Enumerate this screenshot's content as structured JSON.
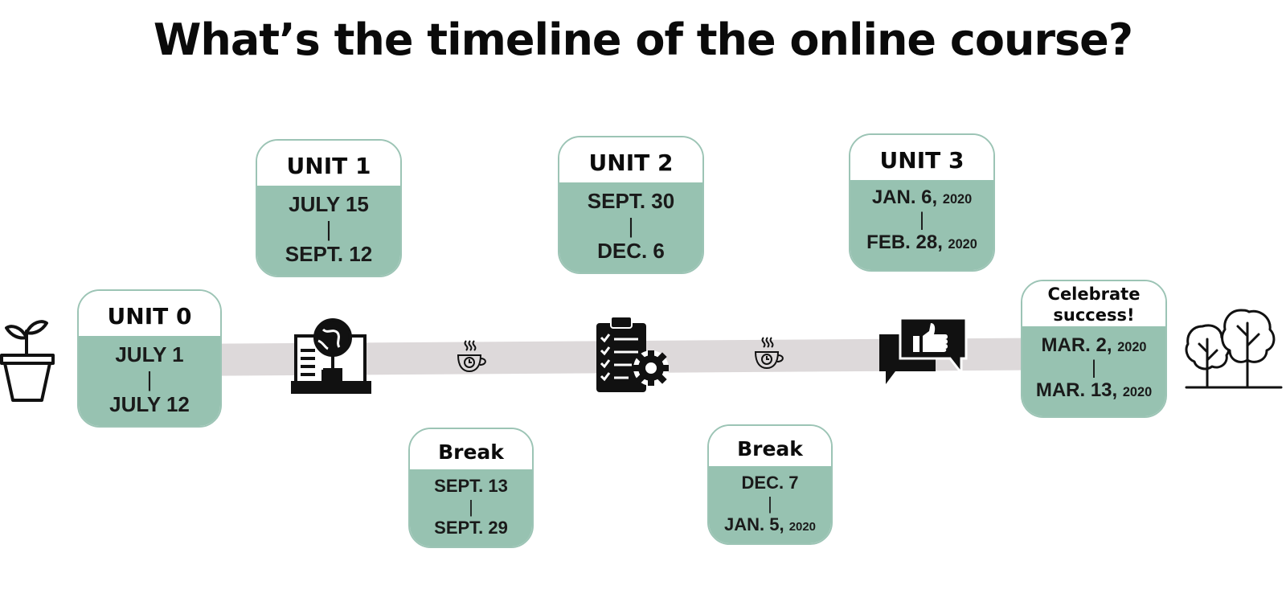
{
  "title": "What’s the timeline of the online course?",
  "colors": {
    "card_fill": "#97c2b1",
    "card_border": "#9cc4b5",
    "track": "#ddd9da",
    "ink": "#111111"
  },
  "cards": {
    "unit0": {
      "title": "UNIT 0",
      "start": "JULY 1",
      "sep": "|",
      "end": "JULY 12"
    },
    "unit1": {
      "title": "UNIT 1",
      "start": "JULY 15",
      "sep": "|",
      "end": "SEPT. 12"
    },
    "break1": {
      "title": "Break",
      "start": "SEPT. 13",
      "sep": "|",
      "end": "SEPT. 29"
    },
    "unit2": {
      "title": "UNIT 2",
      "start": "SEPT. 30",
      "sep": "|",
      "end": "DEC. 6"
    },
    "break2": {
      "title": "Break",
      "start": "DEC. 7",
      "sep": "|",
      "end": "JAN. 5,",
      "end_year": "2020"
    },
    "unit3": {
      "title": "UNIT 3",
      "start": "JAN. 6,",
      "start_year": "2020",
      "sep": "|",
      "end": "FEB. 28,",
      "end_year": "2020"
    },
    "celebrate": {
      "title_line1": "Celebrate",
      "title_line2": "success!",
      "start": "MAR. 2,",
      "start_year": "2020",
      "sep": "|",
      "end": "MAR. 13,",
      "end_year": "2020"
    }
  },
  "icons": [
    "seedling-pot-icon",
    "globe-laptop-icon",
    "coffee-break-icon",
    "clipboard-gear-icon",
    "coffee-break-icon",
    "chat-thumbs-up-icon",
    "trees-icon"
  ]
}
